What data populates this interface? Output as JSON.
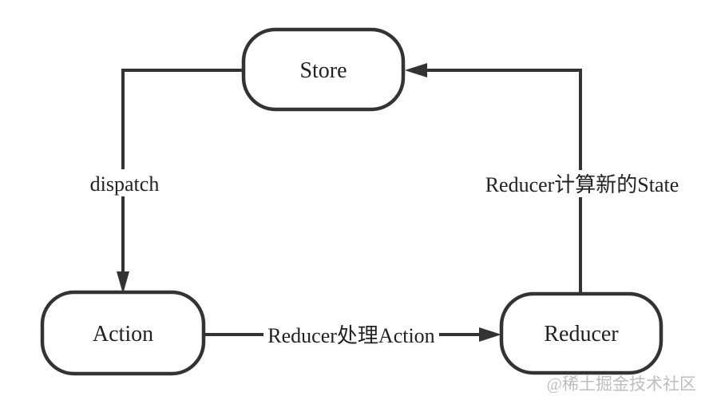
{
  "diagram": {
    "nodes": {
      "store": {
        "label": "Store"
      },
      "action": {
        "label": "Action"
      },
      "reducer": {
        "label": "Reducer"
      }
    },
    "edges": {
      "dispatch": {
        "label": "dispatch",
        "from": "Store",
        "to": "Action"
      },
      "handle": {
        "label": "Reducer处理Action",
        "from": "Action",
        "to": "Reducer"
      },
      "compute": {
        "label": "Reducer计算新的State",
        "from": "Reducer",
        "to": "Store"
      }
    },
    "watermark": "@稀土掘金技术社区",
    "colors": {
      "line": "#333333",
      "text": "#222222",
      "node_fill": "#ffffff",
      "watermark": "#bdbdbd",
      "background": "#ffffff"
    }
  }
}
